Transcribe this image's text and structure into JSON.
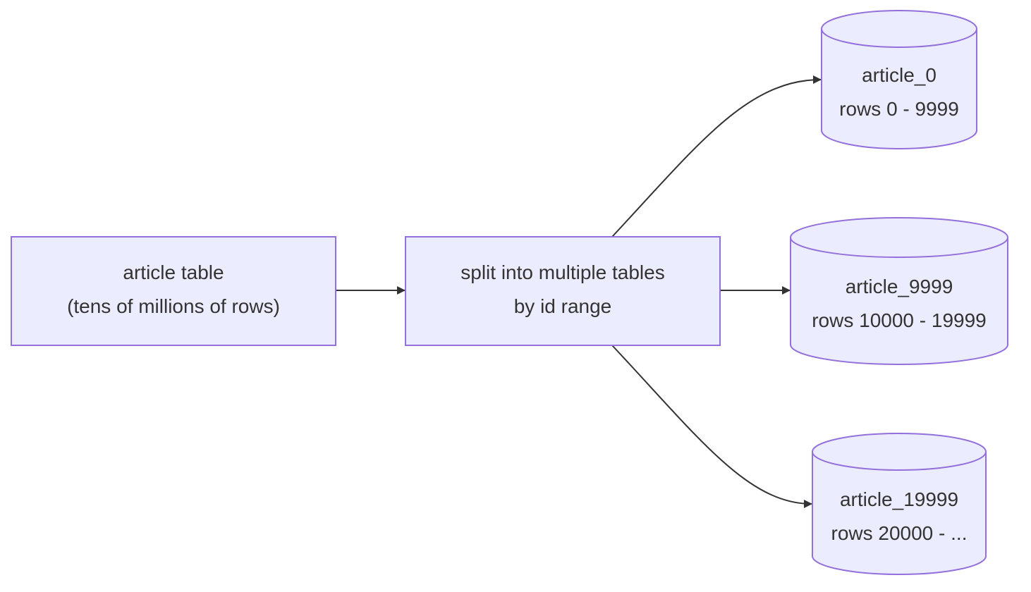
{
  "nodes": {
    "source": {
      "line1": "article table",
      "line2": "(tens of millions of rows)"
    },
    "split": {
      "line1": "split into multiple tables",
      "line2": "by id range"
    },
    "shard_0": {
      "line1": "article_0",
      "line2": "rows 0 - 9999"
    },
    "shard_1": {
      "line1": "article_9999",
      "line2": "rows 10000 - 19999"
    },
    "shard_2": {
      "line1": "article_19999",
      "line2": "rows 20000 - ..."
    }
  },
  "colors": {
    "node_fill": "#ececff",
    "node_stroke": "#9370db",
    "edge": "#333333",
    "text": "#333333"
  }
}
